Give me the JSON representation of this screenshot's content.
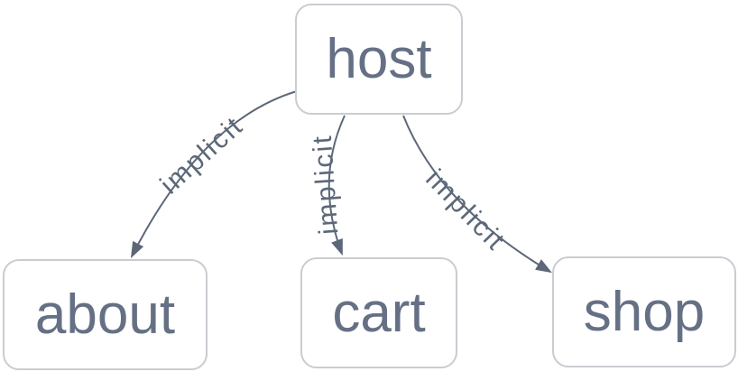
{
  "graph": {
    "nodes": [
      {
        "id": "host",
        "label": "host"
      },
      {
        "id": "about",
        "label": "about"
      },
      {
        "id": "cart",
        "label": "cart"
      },
      {
        "id": "shop",
        "label": "shop"
      }
    ],
    "edges": [
      {
        "from": "host",
        "to": "about",
        "label": "implicit"
      },
      {
        "from": "host",
        "to": "cart",
        "label": "implicit"
      },
      {
        "from": "host",
        "to": "shop",
        "label": "implicit"
      }
    ],
    "colors": {
      "background": "#ffffff",
      "node_fill": "#ffffff",
      "node_border": "#caccd2",
      "node_text": "#667085",
      "edge_stroke": "#5c6878",
      "edge_label": "#5c6878"
    }
  }
}
